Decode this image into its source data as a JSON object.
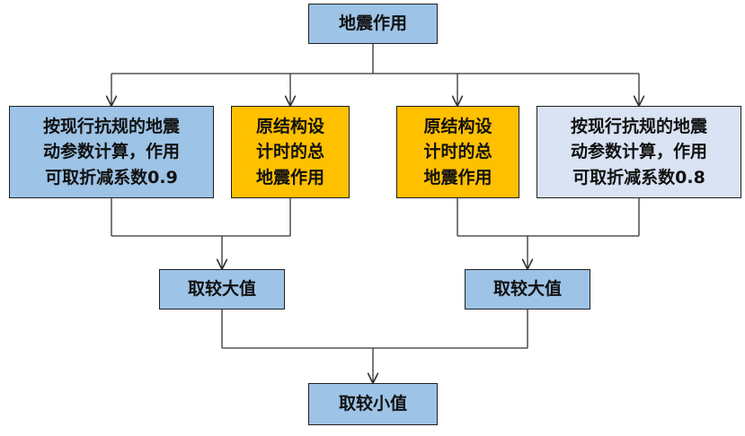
{
  "diagram": {
    "top": {
      "label": "地震作用"
    },
    "code_a": {
      "lines": [
        "按现行抗规的地震",
        "动参数计算，作用",
        "可取折减系数0.9"
      ]
    },
    "design_a": {
      "lines": [
        "原结构设",
        "计时的总",
        "地震作用"
      ]
    },
    "design_b": {
      "lines": [
        "原结构设",
        "计时的总",
        "地震作用"
      ]
    },
    "code_b": {
      "lines": [
        "按现行抗规的地震",
        "动参数计算，作用",
        "可取折减系数0.8"
      ]
    },
    "max_left": {
      "label": "取较大值"
    },
    "max_right": {
      "label": "取较大值"
    },
    "min": {
      "label": "取较小值"
    }
  },
  "colors": {
    "blue": "#9dc3e6",
    "pale_blue": "#dae3f3",
    "orange": "#ffc000",
    "line": "#333333"
  }
}
